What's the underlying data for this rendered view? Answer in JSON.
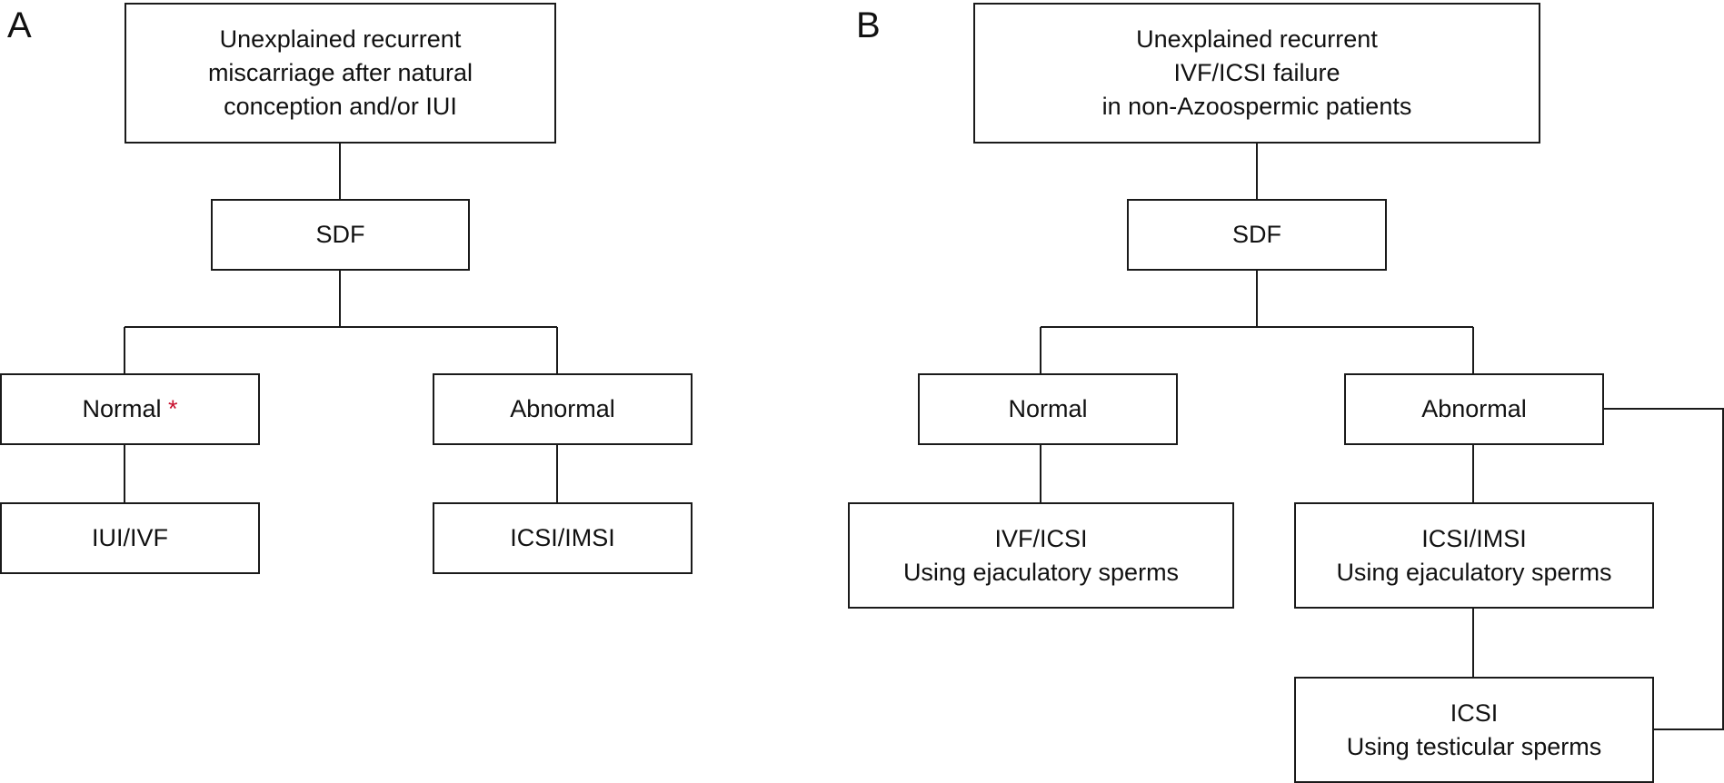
{
  "panel_a": {
    "label": "A",
    "root": [
      "Unexplained recurrent",
      "miscarriage after natural",
      "conception and/or IUI"
    ],
    "sdf": "SDF",
    "normal": "Normal",
    "normal_marker": "*",
    "abnormal": "Abnormal",
    "normal_treatment": "IUI/IVF",
    "abnormal_treatment": "ICSI/IMSI"
  },
  "panel_b": {
    "label": "B",
    "root": [
      "Unexplained recurrent",
      "IVF/ICSI failure",
      "in non-Azoospermic patients"
    ],
    "sdf": "SDF",
    "normal": "Normal",
    "abnormal": "Abnormal",
    "normal_treatment": [
      "IVF/ICSI",
      "Using ejaculatory sperms"
    ],
    "abnormal_treatment": [
      "ICSI/IMSI",
      "Using ejaculatory sperms"
    ],
    "testicular_treatment": [
      "ICSI",
      "Using testicular sperms"
    ]
  },
  "colors": {
    "line": "#1a1a1a",
    "asterisk": "#c8102e"
  }
}
